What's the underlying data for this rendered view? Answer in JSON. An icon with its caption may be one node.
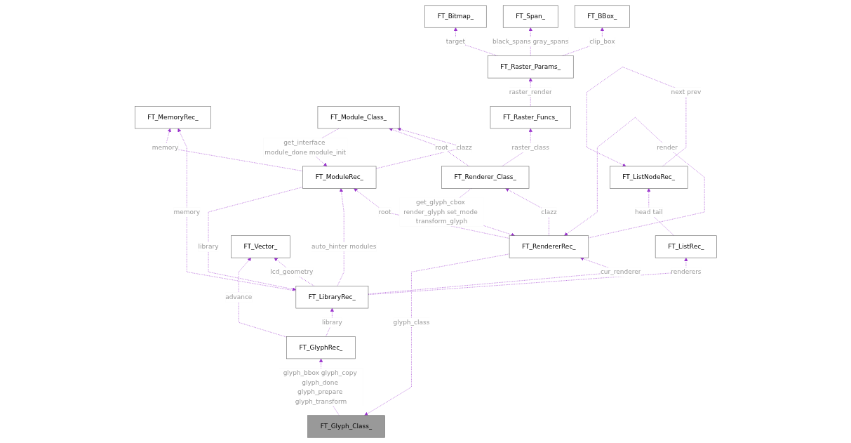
{
  "diagram": {
    "nodes": [
      {
        "text": [
          "FT_ListNodeRec_"
        ]
      },
      {
        "text": [
          "FT_Glyph_Class_"
        ]
      },
      {
        "text": [
          "FT_RendererRec_"
        ]
      },
      {
        "text": [
          "FT_MemoryRec_"
        ]
      },
      {
        "text": [
          "FT_ListRec_"
        ]
      },
      {
        "text": [
          "FT_Vector_"
        ]
      },
      {
        "text": [
          "FT_LibraryRec_"
        ]
      },
      {
        "text": [
          "FT_Bitmap_"
        ]
      },
      {
        "text": [
          "FT_Span_"
        ]
      },
      {
        "text": [
          "FT_BBox_"
        ]
      },
      {
        "text": [
          "FT_ModuleRec_"
        ]
      },
      {
        "text": [
          "FT_GlyphRec_"
        ]
      },
      {
        "text": [
          "FT_Raster_Params_"
        ]
      },
      {
        "text": [
          "FT_Module_Class_"
        ]
      },
      {
        "text": [
          "FT_Raster_Funcs_"
        ]
      },
      {
        "text": [
          "FT_Renderer_Class_"
        ]
      }
    ],
    "edges": [
      {
        "from": 0,
        "to": 0,
        "arrow": "to",
        "label": "next prev",
        "style": "dashed"
      },
      {
        "from": 2,
        "to": 1,
        "arrow": "to",
        "label": "glyph_class",
        "style": "dashed"
      },
      {
        "from": 2,
        "to": 2,
        "arrow": "to",
        "label": "render",
        "style": "dashed"
      },
      {
        "from": 4,
        "to": 0,
        "arrow": "to",
        "label": "head tail",
        "style": "dashed"
      },
      {
        "from": 1,
        "to": 11,
        "arrow": "to",
        "label": "glyph_bbox glyph_copy glyph_done glyph_prepare glyph_transform",
        "style": "dashed"
      },
      {
        "from": 6,
        "to": 2,
        "arrow": "to",
        "label": "cur_renderer",
        "style": "dashed"
      },
      {
        "from": 6,
        "to": 3,
        "arrow": "to",
        "label": "memory",
        "style": "dashed"
      },
      {
        "from": 6,
        "to": 4,
        "arrow": "to",
        "label": "renderers",
        "style": "dashed"
      },
      {
        "from": 6,
        "to": 5,
        "arrow": "to",
        "label": "lcd_geometry",
        "style": "dashed"
      },
      {
        "from": 11,
        "to": 5,
        "arrow": "to",
        "label": "advance",
        "style": "dashed"
      },
      {
        "from": 11,
        "to": 6,
        "arrow": "to",
        "label": "library",
        "style": "dashed"
      },
      {
        "from": 2,
        "to": 10,
        "arrow": "to",
        "label": "root",
        "style": "dashed"
      },
      {
        "from": 10,
        "to": 3,
        "arrow": "to",
        "label": "memory",
        "style": "dashed"
      },
      {
        "from": 10,
        "to": 6,
        "arrow": "to",
        "label": "library",
        "style": "dashed"
      },
      {
        "from": 6,
        "to": 10,
        "arrow": "to",
        "label": "auto_hinter modules",
        "style": "dashed"
      },
      {
        "from": 2,
        "to": 15,
        "arrow": "to",
        "label": "clazz",
        "style": "dashed"
      },
      {
        "from": 15,
        "to": 2,
        "arrow": "to",
        "label": "get_glyph_cbox render_glyph set_mode transform_glyph",
        "style": "dashed"
      },
      {
        "from": 12,
        "to": 7,
        "arrow": "to",
        "label": "target",
        "style": "dashed"
      },
      {
        "from": 12,
        "to": 8,
        "arrow": "to",
        "label": "black_spans gray_spans",
        "style": "dashed"
      },
      {
        "from": 12,
        "to": 9,
        "arrow": "to",
        "label": "clip_box",
        "style": "dashed"
      },
      {
        "from": 14,
        "to": 12,
        "arrow": "to",
        "label": "raster_render",
        "style": "dashed"
      },
      {
        "from": 10,
        "to": 13,
        "arrow": "to",
        "label": "clazz",
        "style": "dashed"
      },
      {
        "from": 13,
        "to": 10,
        "arrow": "to",
        "label": "get_interface module_done module_init",
        "style": "dashed"
      },
      {
        "from": 15,
        "to": 13,
        "arrow": "to",
        "label": "root",
        "style": "dashed"
      },
      {
        "from": 15,
        "to": 14,
        "arrow": "to",
        "label": "raster_class",
        "style": "dashed"
      }
    ]
  }
}
